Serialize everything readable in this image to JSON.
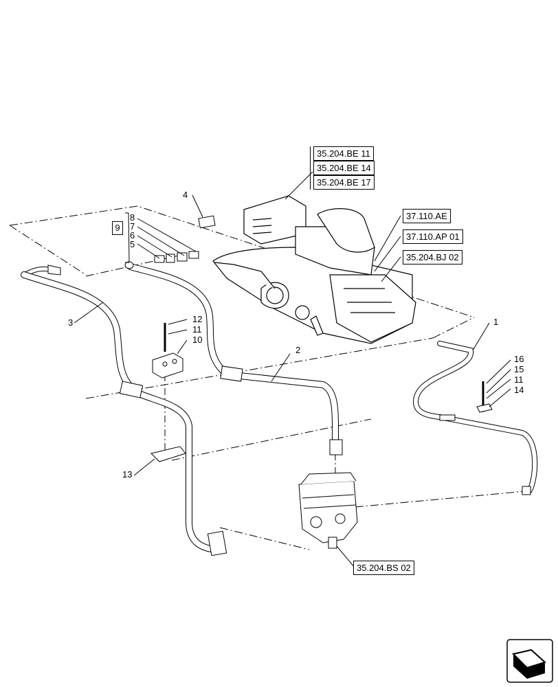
{
  "references": {
    "be11": "35.204.BE 11",
    "be14": "35.204.BE 14",
    "be17": "35.204.BE 17",
    "ae": "37.110.AE",
    "ap01": "37.110.AP 01",
    "bj02": "35.204.BJ 02",
    "bs02": "35.204.BS 02"
  },
  "callouts": {
    "c1": "1",
    "c2": "2",
    "c3": "3",
    "c4": "4",
    "c5": "5",
    "c6": "6",
    "c7": "7",
    "c8": "8",
    "c9": "9",
    "c10": "10",
    "c11a": "11",
    "c12": "12",
    "c13": "13",
    "c11b": "11",
    "c14": "14",
    "c15": "15",
    "c16": "16"
  },
  "colors": {
    "line": "#000000",
    "background": "#ffffff"
  },
  "icons": {
    "navigation": "next-page-arrow-icon"
  }
}
